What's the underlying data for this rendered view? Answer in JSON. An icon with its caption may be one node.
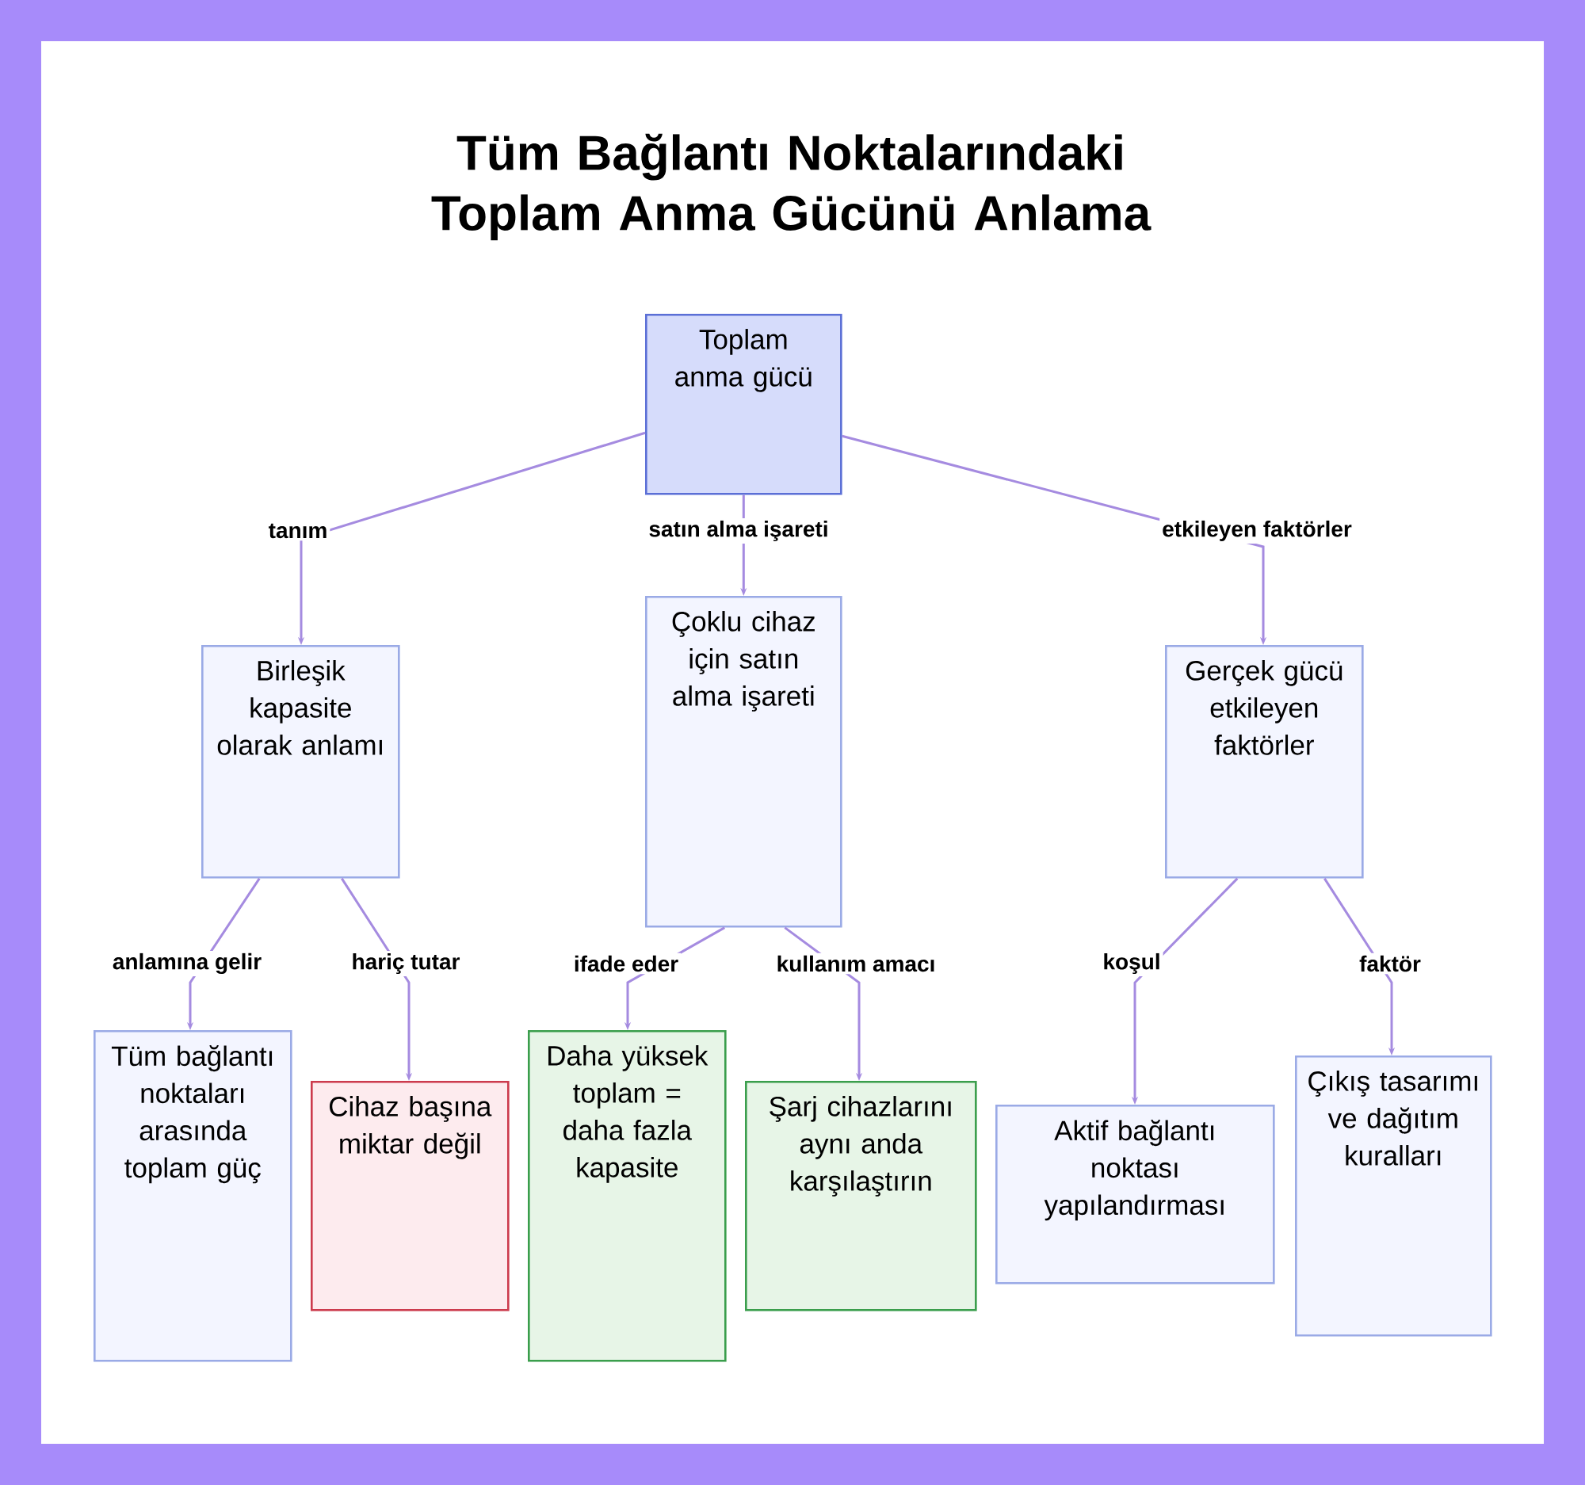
{
  "diagram": {
    "title": "Tüm Bağlantı Noktalarındaki Toplam Anma Gücünü Anlama",
    "nodes": [
      {
        "text": [
          "Toplam anma gücü"
        ]
      },
      {
        "text": [
          "Birleşik kapasite olarak anlamı"
        ]
      },
      {
        "text": [
          "Çoklu cihaz için satın alma işareti"
        ]
      },
      {
        "text": [
          "Gerçek gücü etkileyen faktörler"
        ]
      },
      {
        "text": [
          "Tüm bağlantı noktaları arasında toplam güç"
        ]
      },
      {
        "text": [
          "Cihaz başına miktar değil"
        ]
      },
      {
        "text": [
          "Daha yüksek toplam = daha fazla kapasite"
        ]
      },
      {
        "text": [
          "Şarj cihazlarını aynı anda karşılaştırın"
        ]
      },
      {
        "text": [
          "Aktif bağlantı noktası yapılandırması"
        ]
      },
      {
        "text": [
          "Çıkış tasarımı ve dağıtım kuralları"
        ]
      }
    ],
    "edges": [
      {
        "from": 0,
        "to": 1,
        "arrow": "to",
        "label": "tanım"
      },
      {
        "from": 0,
        "to": 2,
        "arrow": "to",
        "label": "satın alma işareti"
      },
      {
        "from": 0,
        "to": 3,
        "arrow": "to",
        "label": "etkileyen faktörler"
      },
      {
        "from": 1,
        "to": 4,
        "arrow": "to",
        "label": "anlamına gelir"
      },
      {
        "from": 1,
        "to": 5,
        "arrow": "to",
        "label": "hariç tutar"
      },
      {
        "from": 2,
        "to": 6,
        "arrow": "to",
        "label": "ifade eder"
      },
      {
        "from": 2,
        "to": 7,
        "arrow": "to",
        "label": "kullanım amacı"
      },
      {
        "from": 3,
        "to": 8,
        "arrow": "to",
        "label": "koşul"
      },
      {
        "from": 3,
        "to": 9,
        "arrow": "to",
        "label": "faktör"
      }
    ]
  }
}
